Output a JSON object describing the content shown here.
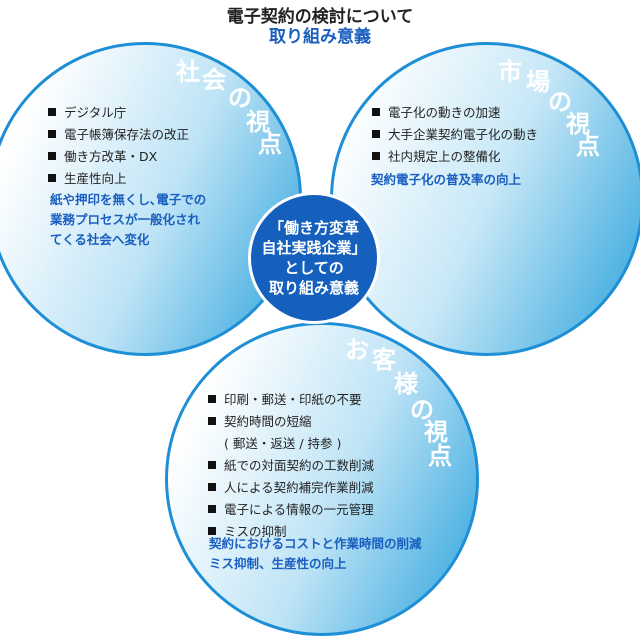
{
  "header": {
    "title": "電子契約の検討について",
    "subtitle": "取り組み意義"
  },
  "center": {
    "lines": [
      "「働き方変革",
      "自社実践企業」",
      "としての",
      "取り組み意義"
    ]
  },
  "society": {
    "title_chars": [
      "社",
      "会",
      "の",
      "視",
      "点"
    ],
    "items": [
      "デジタル庁",
      "電子帳簿保存法の改正",
      "働き方改革・DX",
      "生産性向上"
    ],
    "conclusion": [
      "紙や押印を無くし､電子での",
      "業務プロセスが一般化され",
      "てくる社会へ変化"
    ]
  },
  "market": {
    "title_chars": [
      "市",
      "場",
      "の",
      "視",
      "点"
    ],
    "items": [
      "電子化の動きの加速",
      "大手企業契約電子化の動き",
      "社内規定上の整備化"
    ],
    "conclusion": [
      "契約電子化の普及率の向上"
    ]
  },
  "customer": {
    "title_chars": [
      "お",
      "客",
      "様",
      "の",
      "視",
      "点"
    ],
    "items": [
      "印刷・郵送・印紙の不要",
      "契約時間の短縮",
      "紙での対面契約の工数削減",
      "人による契約補完作業削減",
      "電子による情報の一元管理",
      "ミスの抑制"
    ],
    "item_note": "( 郵送・返送 / 持参 )",
    "conclusion": [
      "契約におけるコストと作業時間の削減",
      "ミス抑制、生産性の向上"
    ]
  },
  "colors": {
    "accent": "#1a5fc0",
    "center": "#1560bd",
    "border": "#1e8fd6"
  }
}
